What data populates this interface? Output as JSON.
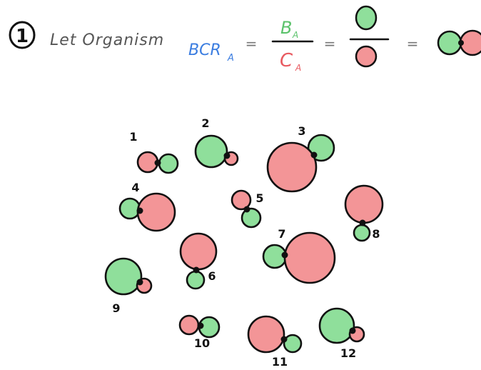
{
  "header": {
    "step_number": "1",
    "prefix": "Let Organism",
    "ratio_symbol": "BCR",
    "ratio_subscript": "A",
    "equals": "=",
    "numerator": "B",
    "numerator_subscript": "A",
    "denominator": "C",
    "denominator_subscript": "A"
  },
  "colors": {
    "green": "#8fdf9b",
    "red": "#f39597",
    "blue_text": "#3b7de0",
    "ink": "#111111",
    "gray_text": "#555555"
  },
  "organisms": [
    {
      "label": "1"
    },
    {
      "label": "2"
    },
    {
      "label": "3"
    },
    {
      "label": "4"
    },
    {
      "label": "5"
    },
    {
      "label": "6"
    },
    {
      "label": "7"
    },
    {
      "label": "8"
    },
    {
      "label": "9"
    },
    {
      "label": "10"
    },
    {
      "label": "11"
    },
    {
      "label": "12"
    }
  ]
}
